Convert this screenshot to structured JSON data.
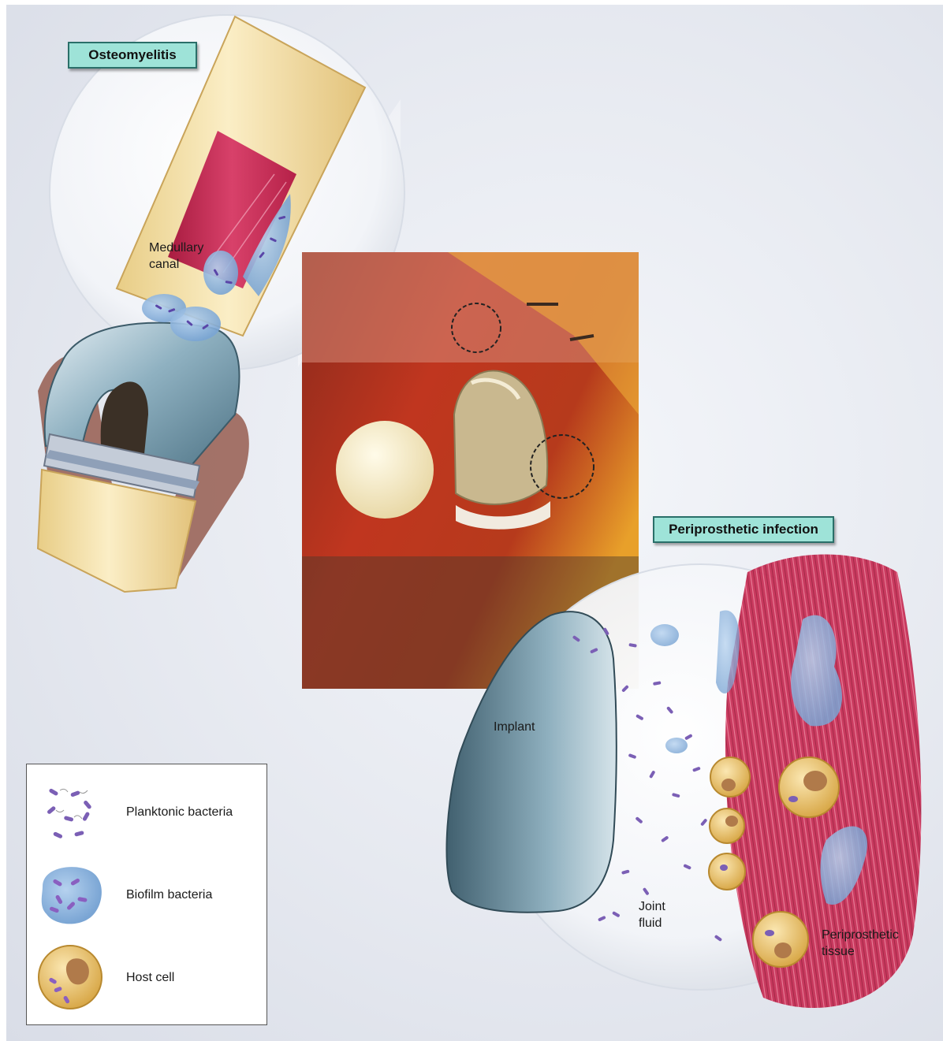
{
  "callouts": {
    "osteomyelitis": "Osteomyelitis",
    "periprosthetic_infection": "Periprosthetic infection"
  },
  "labels": {
    "medullary_canal": [
      "Medullary",
      "canal"
    ],
    "implant": "Implant",
    "joint_fluid": [
      "Joint",
      "fluid"
    ],
    "periprosthetic_tissue": [
      "Periprosthetic",
      "tissue"
    ]
  },
  "legend": {
    "items": [
      {
        "label": "Planktonic bacteria",
        "icon": "planktonic-bacteria-icon"
      },
      {
        "label": "Biofilm bacteria",
        "icon": "biofilm-bacteria-icon"
      },
      {
        "label": "Host cell",
        "icon": "host-cell-icon"
      }
    ]
  },
  "colors": {
    "tag_fill": "#9ee3d8",
    "tag_border": "#2a6f69",
    "bacteria": "#7b5fb5",
    "biofilm": "#8fb6e0",
    "host_cell": "#e9c46a",
    "host_nucleus": "#b07a4a",
    "muscle": "#c2284e",
    "bone": "#f3dfa5",
    "implant": "#5c7f90"
  }
}
